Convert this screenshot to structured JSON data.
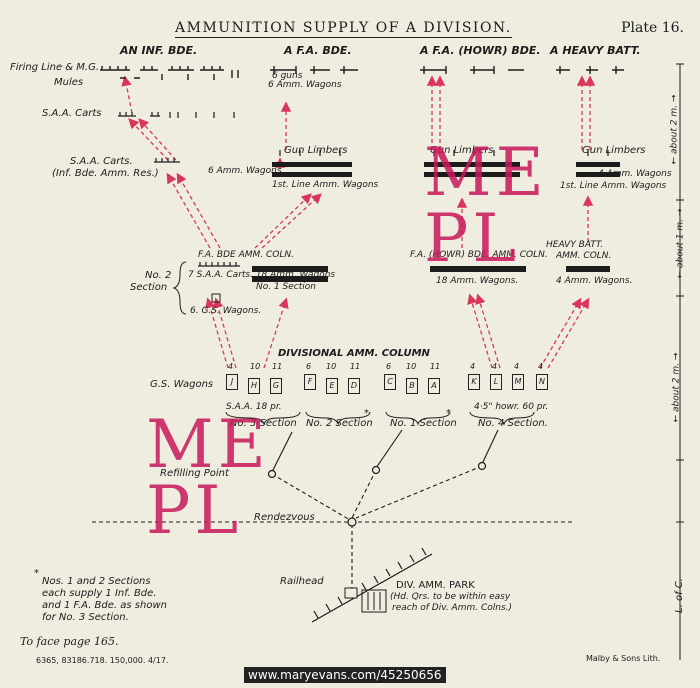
{
  "header": {
    "title": "AMMUNITION SUPPLY OF A DIVISION.",
    "plate": "Plate 16."
  },
  "columns": {
    "inf_bde": "AN INF. BDE.",
    "fa_bde": "A F.A. BDE.",
    "fa_howr_bde": "A F.A. (HOWR) BDE.",
    "heavy_batt": "A HEAVY BATT."
  },
  "labels": {
    "firing_line": "Firing Line & M.G.",
    "mules": "Mules",
    "saa_carts": "S.A.A. Carts",
    "saa_carts_res_1": "S.A.A. Carts.",
    "saa_carts_res_2": "(Inf. Bde. Amm. Res.)",
    "six_guns": "6 guns",
    "six_amm_wagons": "6 Amm. Wagons",
    "gun_limbers_1": "Gun Limbers",
    "amm_wagons_6": "6 Amm. Wagons",
    "first_line_1": "1st. Line Amm. Wagons",
    "gun_limbers_2": "Gun Limbers",
    "gun_limbers_3": "Gun Limbers",
    "amm_wagons_4": "4 Amm. Wagons",
    "first_line_2": "1st. Line Amm. Wagons",
    "fa_bde_amm_coln": "F.A. BDE   AMM. COLN.",
    "saa_carts_7": "7 S.A.A. Carts.   18 Amm. Wagons",
    "no1_section_top": "No. 1 Section",
    "no2_section_1": "No. 2",
    "no2_section_2": "Section",
    "gs_wagons_6": "6. G.S. Wagons.",
    "fa_howr_amm_coln": "F.A. (HOWR) BDE. AMM. COLN.",
    "amm_wagons_18": "18 Amm. Wagons.",
    "heavy_batt_1": "HEAVY BATT.",
    "heavy_batt_2": "AMM. COLN.",
    "amm_wagons_4b": "4 Amm. Wagons.",
    "div_amm_column": "DIVISIONAL AMM. COLUMN",
    "gs_wagons": "G.S. Wagons",
    "saa_18pr": "S.A.A.   18 pr.",
    "no3_section": "No. 3 Section",
    "no2_section": "No. 2 Section",
    "no1_section": "No. 1 Section",
    "no4_section": "No. 4 Section.",
    "howr_60pr": "4·5\" howr.   60 pr.",
    "refilling_point": "Refilling Point",
    "rendezvous": "Rendezvous",
    "railhead": "Railhead",
    "div_amm_park": "DIV. AMM. PARK",
    "park_note_1": "(Hd. Qrs. to be within easy",
    "park_note_2": "reach of Div. Amm. Colns.)",
    "about_2m_top": "← about 2 m. →",
    "about_1m": "← about 1 m. →",
    "about_2m_bottom": "← about 2 m. →",
    "l_of_c": "L. of C.",
    "asterisk": "*"
  },
  "column_groups": [
    {
      "nums": [
        "4",
        "10",
        "11"
      ],
      "letters": [
        "J",
        "H",
        "G"
      ]
    },
    {
      "nums": [
        "6",
        "10",
        "11"
      ],
      "letters": [
        "F",
        "E",
        "D"
      ]
    },
    {
      "nums": [
        "6",
        "10",
        "11"
      ],
      "letters": [
        "C",
        "B",
        "A"
      ]
    },
    {
      "nums": [
        "4",
        "4",
        "4",
        "4"
      ],
      "letters": [
        "K",
        "L",
        "M",
        "N"
      ]
    }
  ],
  "footnote": {
    "star": "*",
    "line1": "Nos. 1 and 2 Sections",
    "line2": "each supply 1 Inf. Bde.",
    "line3": "and 1 F.A. Bde. as shown",
    "line4": "for No. 3 Section."
  },
  "footer": {
    "to_face": "To face page 165.",
    "print_code": "6365, 83186.718. 150,000. 4/17.",
    "printer": "Malby & Sons Lith.",
    "url": "www.maryevans.com/45250656"
  },
  "watermark": {
    "line1": "ME",
    "line2": "PL"
  },
  "colors": {
    "route": "#d9365a",
    "ink": "#1c1c1c",
    "paper": "#efece0",
    "watermark": "#c8185a"
  }
}
